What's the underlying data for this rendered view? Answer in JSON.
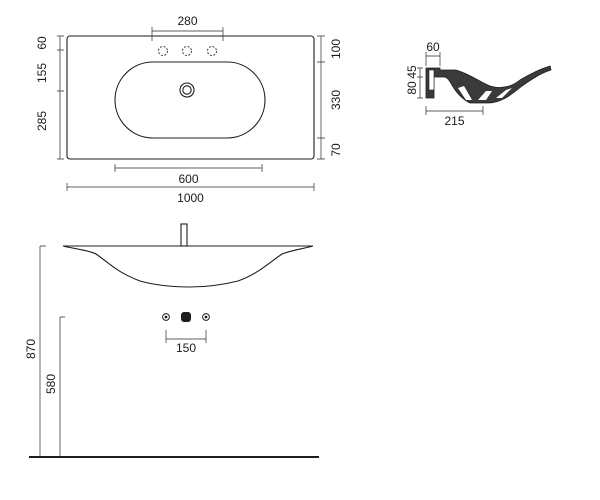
{
  "colors": {
    "line": "#2b2b2b",
    "section_fill": "#3a3a3a",
    "background": "#ffffff"
  },
  "top_view": {
    "dim_tap_spacing": "280",
    "dim_left_upper": "60",
    "dim_left_middle": "155",
    "dim_left_lower": "285",
    "dim_right_upper": "100",
    "dim_right_middle": "330",
    "dim_right_lower": "70",
    "dim_bowl_width": "600",
    "dim_overall_width": "1000"
  },
  "side_section": {
    "dim_depth_top": "60",
    "dim_left_upper": "45",
    "dim_left_lower": "80",
    "dim_bottom": "215"
  },
  "front_view": {
    "dim_total_height": "870",
    "dim_drain_height": "580",
    "dim_fixing_spacing": "150"
  }
}
